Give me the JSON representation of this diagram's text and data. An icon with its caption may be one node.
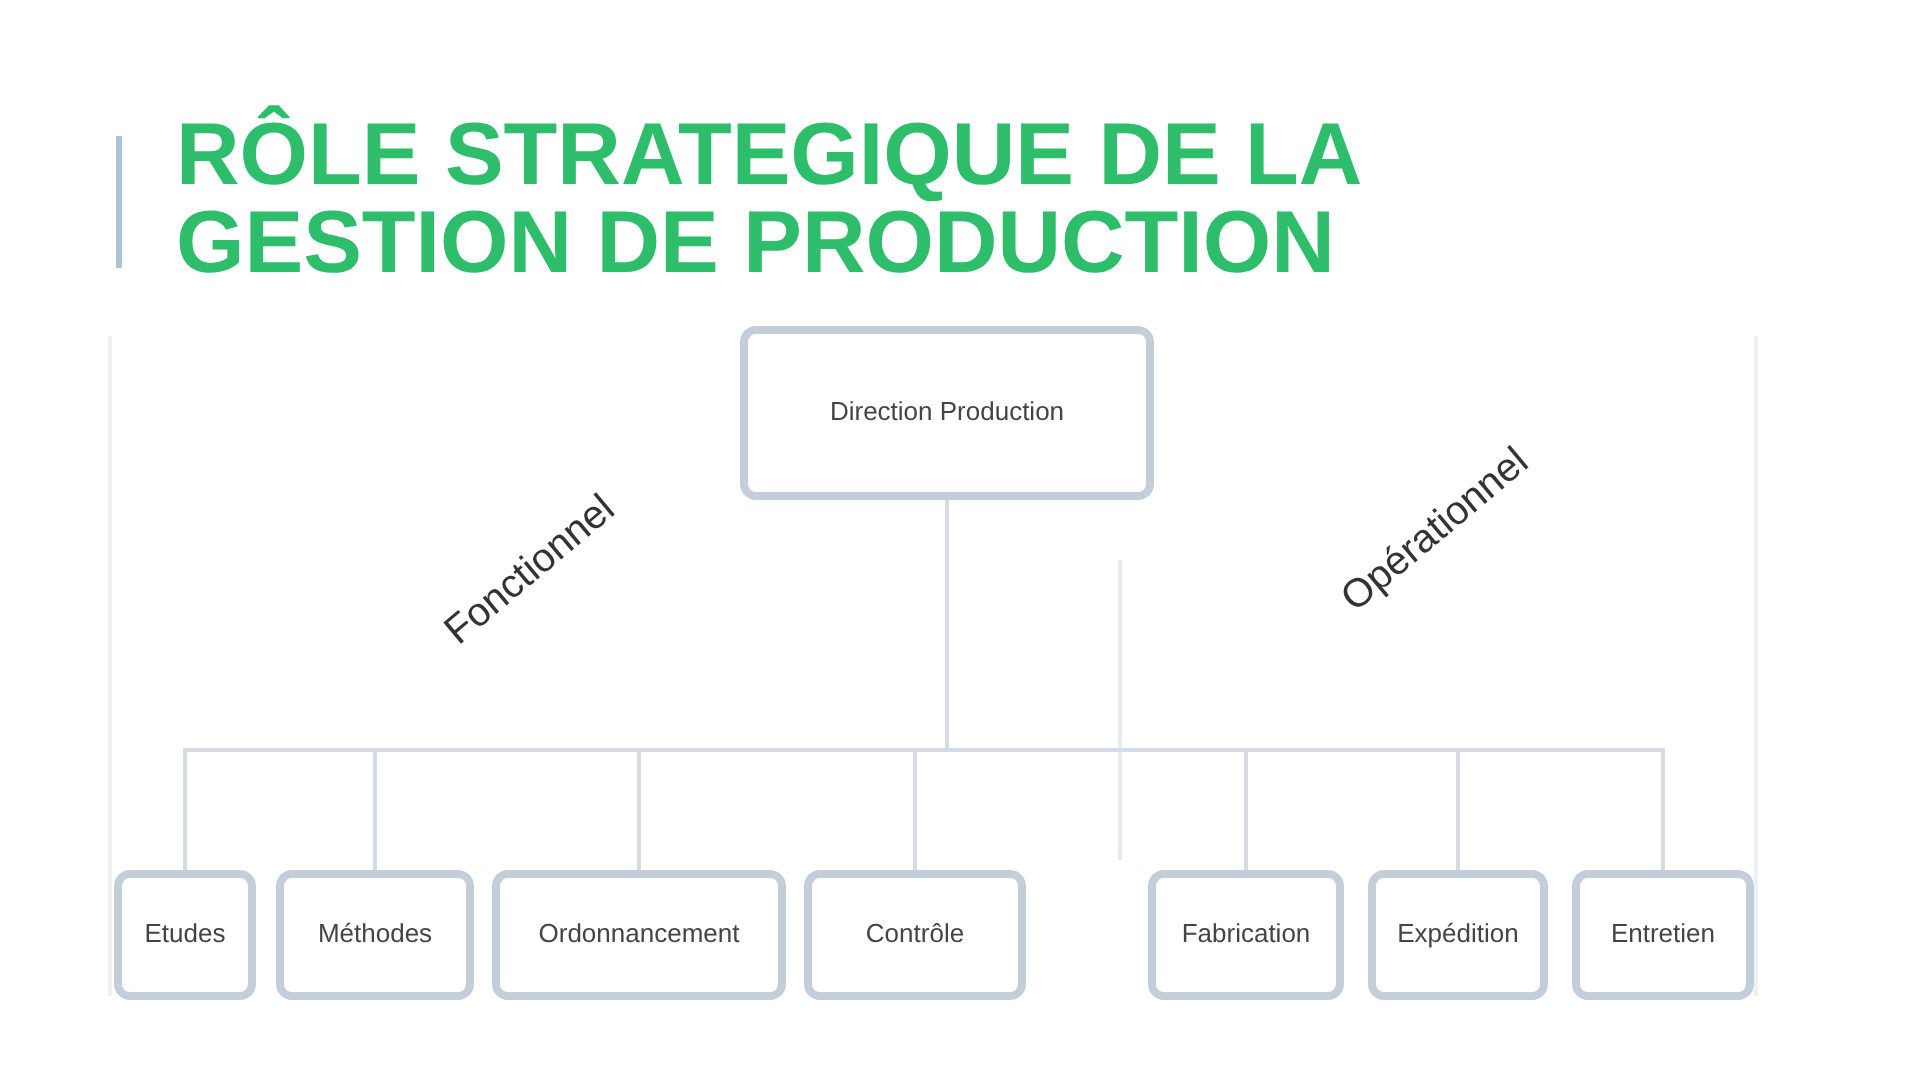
{
  "diagram": {
    "title": "RÔLE STRATEGIQUE DE LA GESTION DE PRODUCTION",
    "nodes": [
      {
        "text": [
          "Direction Production"
        ]
      },
      {
        "text": [
          "Etudes"
        ]
      },
      {
        "text": [
          "Méthodes"
        ]
      },
      {
        "text": [
          "Ordonnancement"
        ]
      },
      {
        "text": [
          "Contrôle"
        ]
      },
      {
        "text": [
          "Fabrication"
        ]
      },
      {
        "text": [
          "Expédition"
        ]
      },
      {
        "text": [
          "Entretien"
        ]
      }
    ],
    "edges": [
      {
        "from": 0,
        "to": 1,
        "arrow": "none"
      },
      {
        "from": 0,
        "to": 2,
        "arrow": "none"
      },
      {
        "from": 0,
        "to": 3,
        "arrow": "none"
      },
      {
        "from": 0,
        "to": 4,
        "arrow": "none"
      },
      {
        "from": 0,
        "to": 5,
        "arrow": "none"
      },
      {
        "from": 0,
        "to": 6,
        "arrow": "none"
      },
      {
        "from": 0,
        "to": 7,
        "arrow": "none"
      }
    ],
    "labels": [
      "Fonctionnel",
      "Opérationnel"
    ]
  }
}
